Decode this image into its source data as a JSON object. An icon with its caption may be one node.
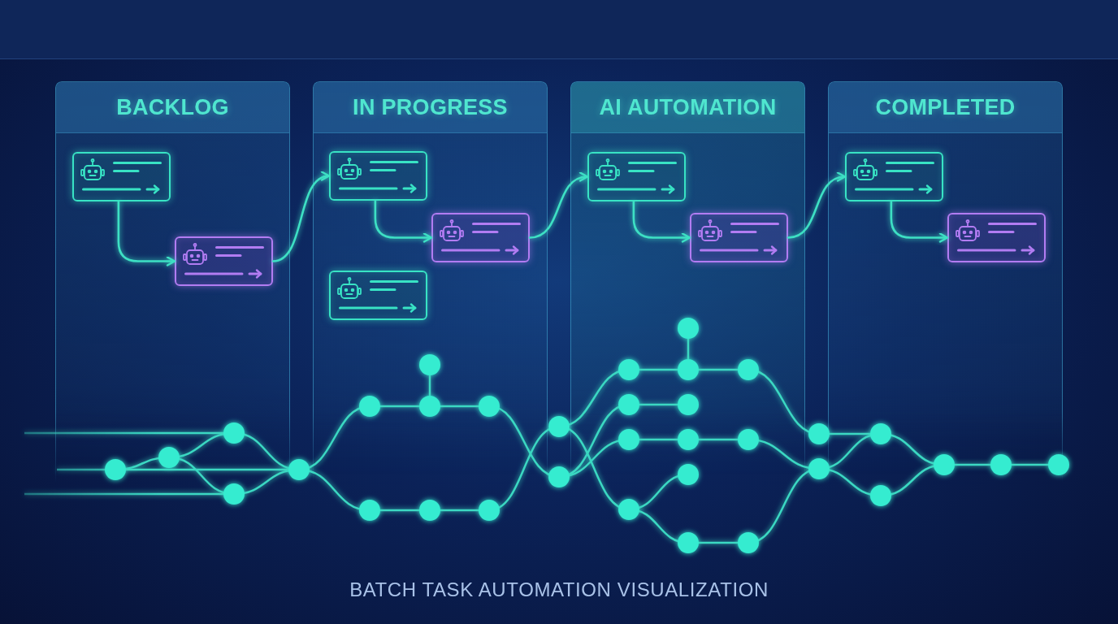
{
  "diagram": {
    "caption": "BATCH TASK AUTOMATION VISUALIZATION",
    "nodes": [
      {
        "text": [
          "BACKLOG"
        ]
      },
      {
        "text": [],
        "shape": "box",
        "in": 0
      },
      {
        "text": [],
        "shape": "box",
        "in": 0
      },
      {
        "text": [
          "IN PROGRESS"
        ]
      },
      {
        "text": [],
        "shape": "box",
        "in": 3
      },
      {
        "text": [],
        "shape": "box",
        "in": 3
      },
      {
        "text": [],
        "shape": "box",
        "in": 3
      },
      {
        "text": [
          "AI AUTOMATION"
        ]
      },
      {
        "text": [],
        "shape": "box",
        "in": 7
      },
      {
        "text": [],
        "shape": "box",
        "in": 7
      },
      {
        "text": [
          "COMPLETED"
        ]
      },
      {
        "text": [],
        "shape": "box",
        "in": 10
      },
      {
        "text": [],
        "shape": "box",
        "in": 10
      }
    ],
    "edges": [
      {
        "from": 1,
        "to": 2,
        "arrow": "to"
      },
      {
        "from": 2,
        "to": 4,
        "arrow": "to"
      },
      {
        "from": 4,
        "to": 5,
        "arrow": "to"
      },
      {
        "from": 5,
        "to": 8,
        "arrow": "to"
      },
      {
        "from": 8,
        "to": 9,
        "arrow": "to"
      },
      {
        "from": 9,
        "to": 11,
        "arrow": "to"
      },
      {
        "from": 11,
        "to": 12,
        "arrow": "to"
      }
    ]
  }
}
